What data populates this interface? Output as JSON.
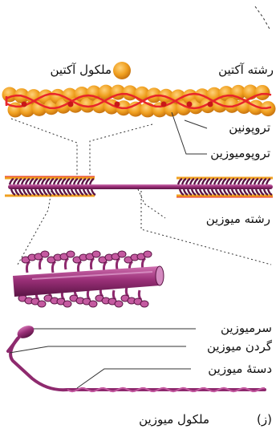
{
  "labels": {
    "actin_filament": "رشته آکتین",
    "actin_molecule": "ملکول آکتین",
    "troponin": "تروپونین",
    "tropomyosin": "تروپومیوزین",
    "myosin_filament": "رشته میوزین",
    "myosin_head": "سرمیوزین",
    "myosin_neck": "گردن میوزین",
    "myosin_tail": "دستهٔ میوزین",
    "myosin_molecule": "ملکول میوزین",
    "panel_letter": "(ز)"
  },
  "colors": {
    "actin_bead": "#f0a020",
    "actin_bead_dark": "#d07810",
    "tropomyosin_strand": "#e8262a",
    "troponin_dot": "#c81818",
    "myosin": "#8e2a6e",
    "myosin_dark": "#5a1444",
    "myosin_light": "#c45aa0",
    "leader_line": "#333333"
  }
}
